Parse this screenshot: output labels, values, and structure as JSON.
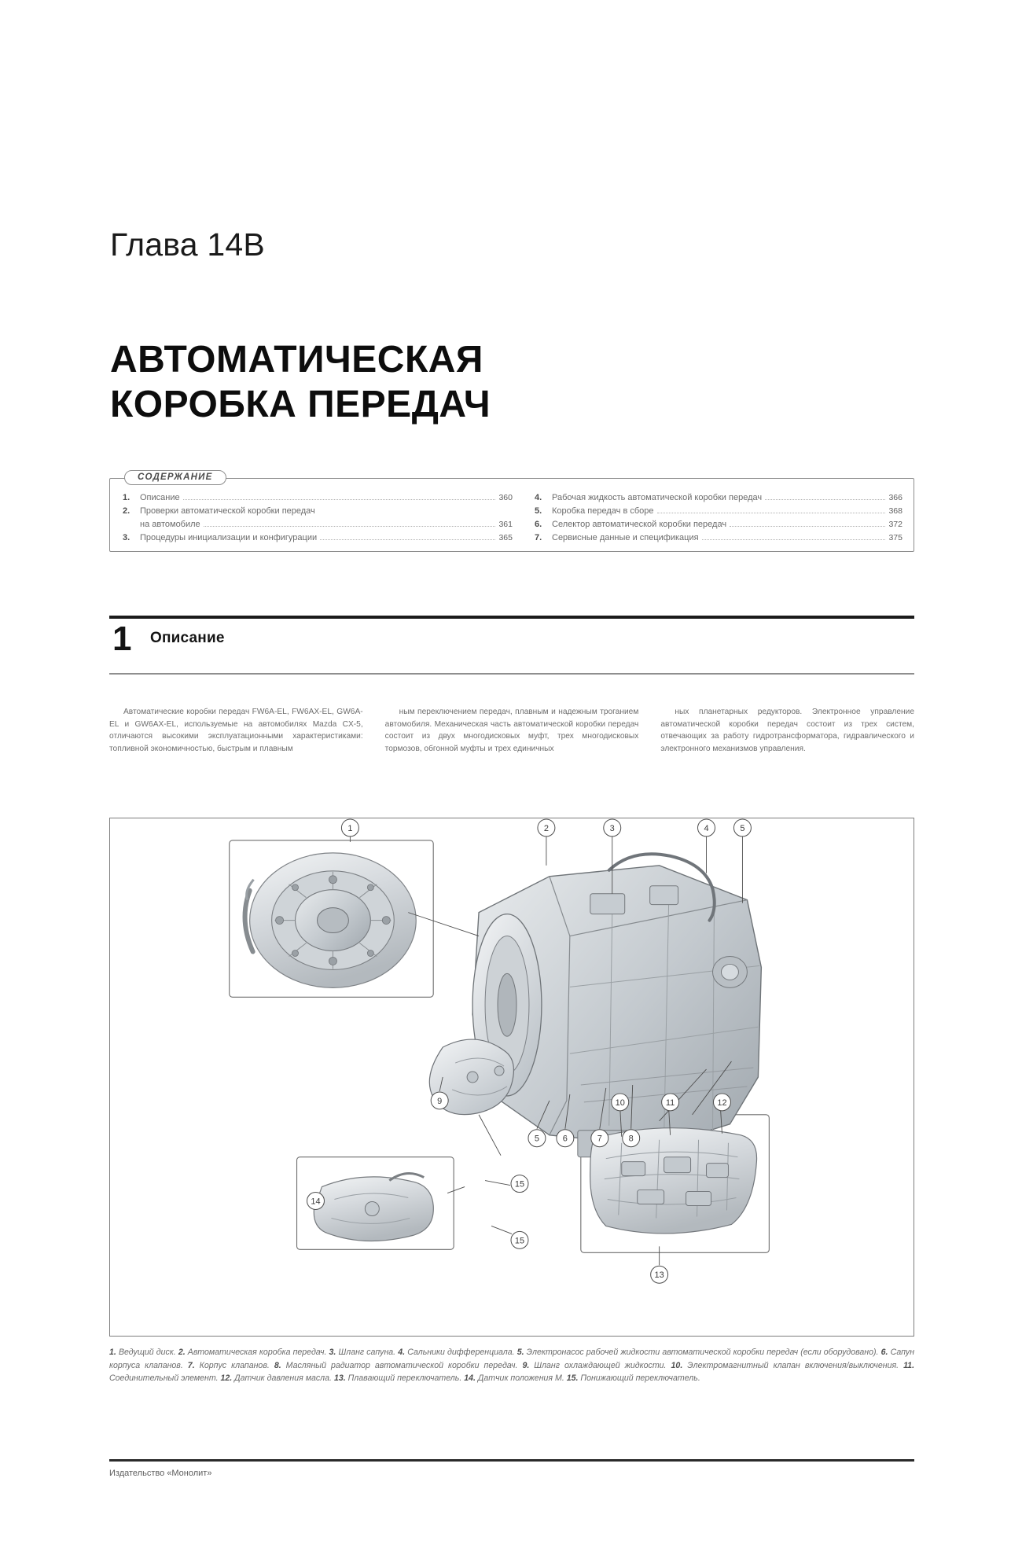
{
  "chapter": {
    "label": "Глава 14B",
    "title_line1": "АВТОМАТИЧЕСКАЯ",
    "title_line2": "КОРОБКА ПЕРЕДАЧ"
  },
  "toc": {
    "badge": "СОДЕРЖАНИЕ",
    "left_items": [
      {
        "num": "1.",
        "text": "Описание",
        "page": "360",
        "continuation": null
      },
      {
        "num": "2.",
        "text": "Проверки автоматической коробки передач",
        "page": "",
        "continuation": {
          "text": "на автомобиле",
          "page": "361"
        }
      },
      {
        "num": "3.",
        "text": "Процедуры инициализации и конфигурации",
        "page": "365",
        "continuation": null
      }
    ],
    "right_items": [
      {
        "num": "4.",
        "text": "Рабочая жидкость автоматической коробки передач",
        "page": "366"
      },
      {
        "num": "5.",
        "text": "Коробка передач в сборе",
        "page": "368"
      },
      {
        "num": "6.",
        "text": "Селектор автоматической коробки передач",
        "page": "372"
      },
      {
        "num": "7.",
        "text": "Сервисные данные и спецификация",
        "page": "375"
      }
    ]
  },
  "section": {
    "number": "1",
    "title": "Описание"
  },
  "body": {
    "col1": "Автоматические коробки передач FW6A-EL, FW6AX-EL, GW6A-EL и GW6AX-EL, используемые на автомобилях Mazda CX-5, отличаются высокими эксплуатационными характеристиками: топливной экономичностью, быстрым и плавным",
    "col2": "ным переключением передач, плавным и надежным троганием автомобиля. Механическая часть автоматической коробки передач состоит из двух многодисковых муфт, трех многодисковых тормозов, обгонной муфты и трех единичных",
    "col3": "ных планетарных редукторов. Электронное управление автоматической коробки передач состоит из трех систем, отвечающих за работу гидротрансформатора, гидравлического и электронного механизмов управления."
  },
  "figure": {
    "callouts": [
      "1",
      "2",
      "3",
      "4",
      "5",
      "5",
      "6",
      "7",
      "8",
      "9",
      "10",
      "11",
      "12",
      "13",
      "14",
      "15"
    ]
  },
  "caption": {
    "items": [
      {
        "num": "1.",
        "text": "Ведущий диск."
      },
      {
        "num": "2.",
        "text": "Автоматическая коробка передач."
      },
      {
        "num": "3.",
        "text": "Шланг сапуна."
      },
      {
        "num": "4.",
        "text": "Сальники дифференциала."
      },
      {
        "num": "5.",
        "text": "Электронасос рабочей жидкости автоматической коробки передач (если оборудовано)."
      },
      {
        "num": "6.",
        "text": "Сапун корпуса клапанов."
      },
      {
        "num": "7.",
        "text": "Корпус клапанов."
      },
      {
        "num": "8.",
        "text": "Масляный радиатор автоматической коробки передач."
      },
      {
        "num": "9.",
        "text": "Шланг охлаждающей жидкости."
      },
      {
        "num": "10.",
        "text": "Электромагнитный клапан включения/выключения."
      },
      {
        "num": "11.",
        "text": "Соединительный элемент."
      },
      {
        "num": "12.",
        "text": "Датчик давления масла."
      },
      {
        "num": "13.",
        "text": "Плавающий переключатель."
      },
      {
        "num": "14.",
        "text": "Датчик положения M."
      },
      {
        "num": "15.",
        "text": "Понижающий переключатель."
      }
    ]
  },
  "footer": {
    "publisher": "Издательство «Монолит»"
  }
}
